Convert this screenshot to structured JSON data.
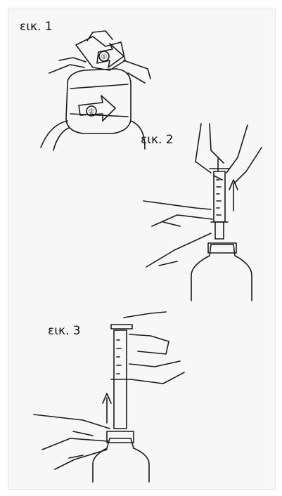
{
  "figures": [
    {
      "label": "εικ. 1",
      "callouts": [
        "①",
        "②"
      ]
    },
    {
      "label": "εικ. 2"
    },
    {
      "label": "εικ. 3"
    }
  ],
  "colors": {
    "line": "#1a1a1a",
    "background": "#f7f7f7"
  }
}
